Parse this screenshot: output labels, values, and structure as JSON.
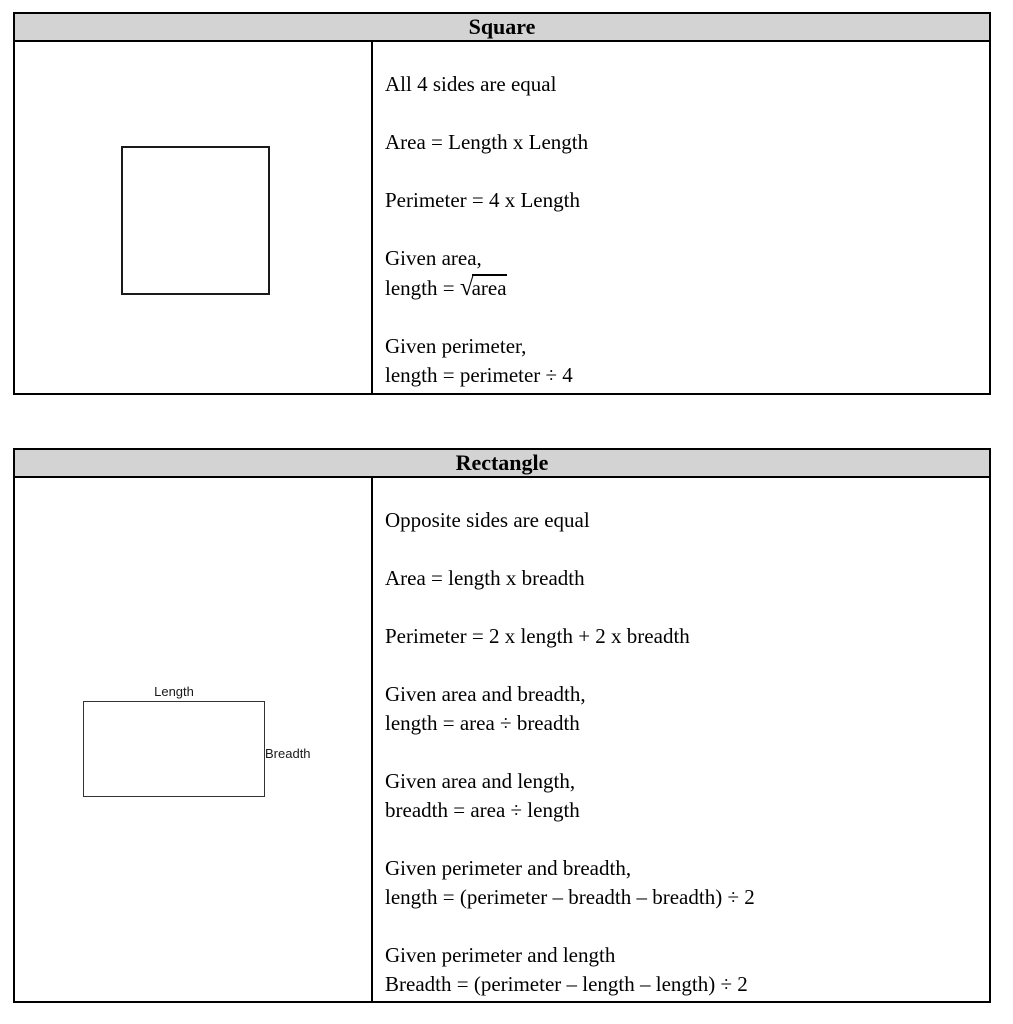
{
  "document": {
    "colors": {
      "header_bg": "#d3d3d3",
      "border": "#000000",
      "text": "#000000"
    },
    "square_table": {
      "title": "Square",
      "facts": {
        "line1": "All 4 sides are equal",
        "line2": "Area = Length x Length",
        "line3": "Perimeter = 4 x Length",
        "line4a": "Given area,",
        "line4b_prefix": "length = ",
        "line4b_radical": "√",
        "line4b_radicand": "area",
        "line5a": "Given perimeter,",
        "line5b": "length = perimeter ÷ 4"
      }
    },
    "rectangle_table": {
      "title": "Rectangle",
      "shape_labels": {
        "top": "Length",
        "right": "Breadth"
      },
      "facts": {
        "line1": "Opposite sides are equal",
        "line2": "Area = length x breadth",
        "line3": "Perimeter = 2 x length + 2 x breadth",
        "line4a": "Given area and breadth,",
        "line4b": "length = area ÷ breadth",
        "line5a": "Given area and length,",
        "line5b": "breadth = area ÷ length",
        "line6a": "Given perimeter and breadth,",
        "line6b": "length = (perimeter – breadth – breadth) ÷ 2",
        "line7a": "Given perimeter and length",
        "line7b": "Breadth = (perimeter – length – length) ÷ 2"
      }
    }
  }
}
